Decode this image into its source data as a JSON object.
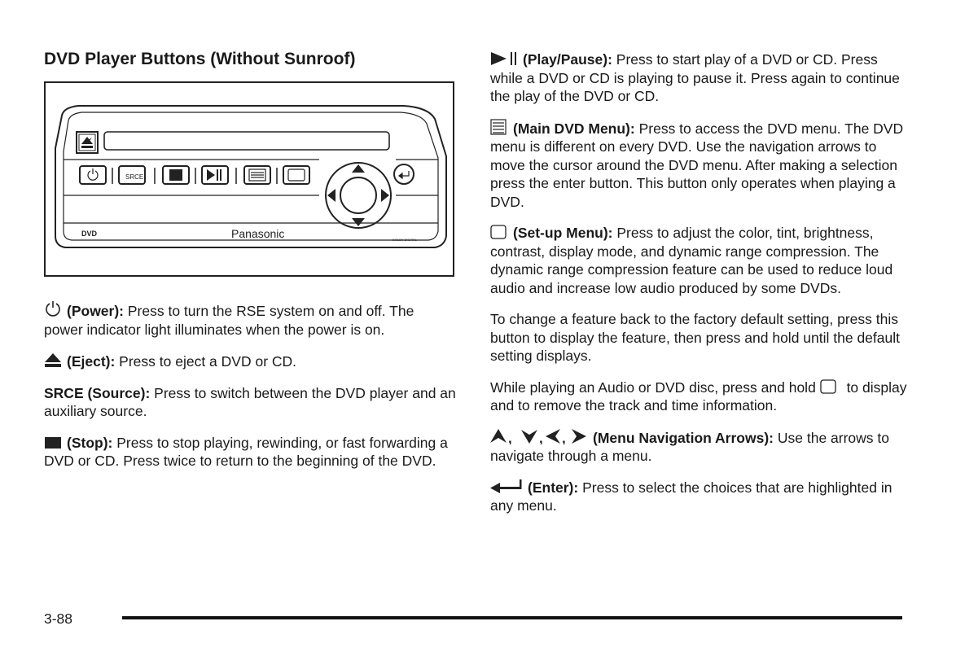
{
  "page": {
    "title": "DVD Player Buttons (Without Sunroof)",
    "page_number": "3-88"
  },
  "figure": {
    "brand": "Panasonic",
    "srce_label": "SRCE",
    "dvd_logo": "DVD",
    "dolby_logo": "DOLBY DIGITAL"
  },
  "left": [
    {
      "icon": "power-icon",
      "label": "(Power):",
      "text": " Press to turn the RSE system on and off. The power indicator light illuminates when the power is on."
    },
    {
      "icon": "eject-icon",
      "label": "(Eject):",
      "text": " Press to eject a DVD or CD."
    },
    {
      "icon": "",
      "label": "SRCE (Source):",
      "text": " Press to switch between the DVD player and an auxiliary source."
    },
    {
      "icon": "stop-icon",
      "label": "(Stop):",
      "text": " Press to stop playing, rewinding, or fast forwarding a DVD or CD. Press twice to return to the beginning of the DVD."
    }
  ],
  "right": [
    {
      "icon": "play-pause-icon",
      "label": "(Play/Pause):",
      "text": " Press to start play of a DVD or CD. Press while a DVD or CD is playing to pause it. Press again to continue the play of the DVD or CD."
    },
    {
      "icon": "main-menu-icon",
      "label": "(Main DVD Menu):",
      "text": " Press to access the DVD menu. The DVD menu is different on every DVD. Use the navigation arrows to move the cursor around the DVD menu. After making a selection press the enter button. This button only operates when playing a DVD."
    },
    {
      "icon": "setup-menu-icon",
      "label": "(Set-up Menu):",
      "text": " Press to adjust the color, tint, brightness, contrast, display mode, and dynamic range compression. The dynamic range compression feature can be used to reduce loud audio and increase low audio produced by some DVDs."
    },
    {
      "icon": "",
      "label": "",
      "text": "To change a feature back to the factory default setting, press this button to display the feature, then press and hold until the default setting displays."
    },
    {
      "icon": "",
      "label": "",
      "text": "While playing an Audio or DVD disc, press and hold",
      "tail": "to display and to remove the track and time information."
    },
    {
      "icon": "nav-arrows-icon",
      "label": "(Menu Navigation Arrows):",
      "text": " Use the arrows to navigate through a menu."
    },
    {
      "icon": "enter-icon",
      "label": "(Enter):",
      "text": " Press to select the choices that are highlighted in any menu."
    }
  ]
}
